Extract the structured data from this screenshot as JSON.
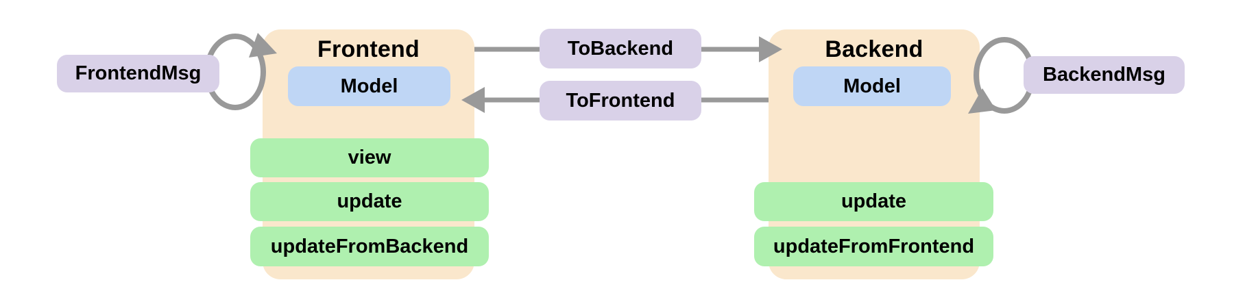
{
  "frontend": {
    "title": "Frontend",
    "model_label": "Model",
    "functions": [
      "view",
      "update",
      "updateFromBackend"
    ],
    "msg_label": "FrontendMsg"
  },
  "backend": {
    "title": "Backend",
    "model_label": "Model",
    "functions": [
      "update",
      "updateFromFrontend"
    ],
    "msg_label": "BackendMsg"
  },
  "messages": {
    "to_backend": "ToBackend",
    "to_frontend": "ToFrontend"
  },
  "colors": {
    "arrow": "#999999",
    "node_fill": "#FAE7CC",
    "msg_fill": "#D9D1E8",
    "model_fill": "#BFD6F5",
    "function_fill": "#AFF0AF",
    "text": "#000000"
  }
}
